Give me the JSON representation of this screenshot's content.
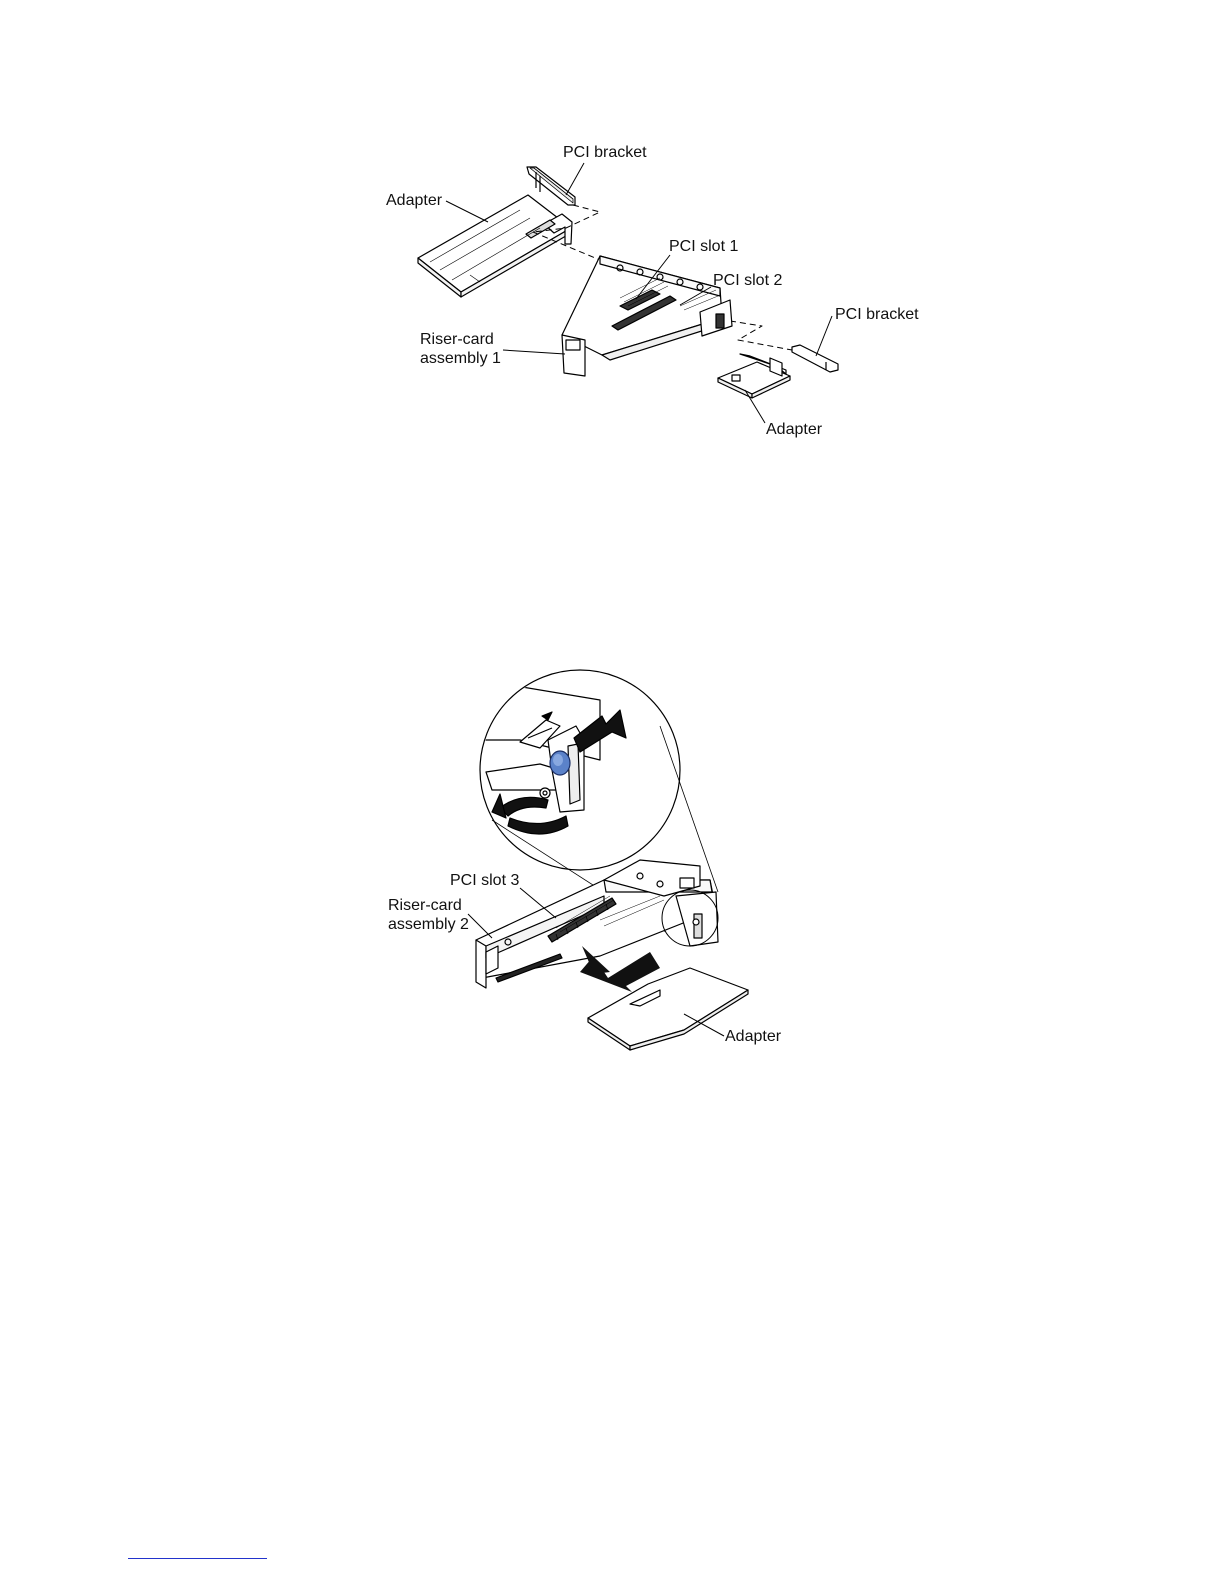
{
  "figure1": {
    "labels": {
      "pci_bracket_top": "PCI bracket",
      "adapter_left": "Adapter",
      "pci_slot_1": "PCI slot 1",
      "pci_slot_2": "PCI slot 2",
      "pci_bracket_right": "PCI bracket",
      "riser_card_1_line1": "Riser-card",
      "riser_card_1_line2": "assembly 1",
      "adapter_bottom": "Adapter"
    }
  },
  "figure2": {
    "labels": {
      "pci_slot_3": "PCI slot 3",
      "riser_card_2_line1": "Riser-card",
      "riser_card_2_line2": "assembly 2",
      "adapter": "Adapter"
    },
    "colors": {
      "latch_blue": "#5b82c9"
    }
  },
  "colors": {
    "footer_link_rule": "#2233cc"
  }
}
